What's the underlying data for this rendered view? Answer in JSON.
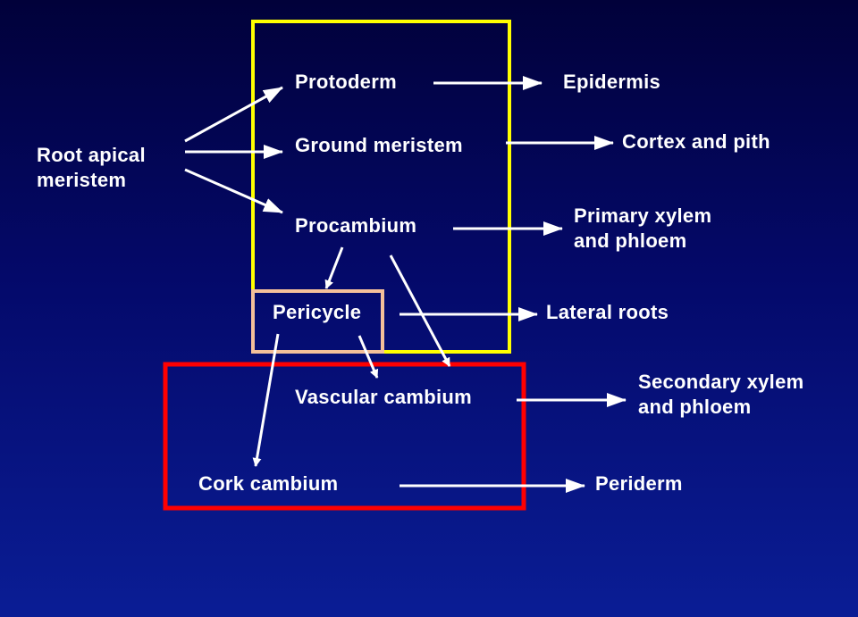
{
  "colors": {
    "background_top": "#01013a",
    "background_bottom": "#0a1d95",
    "text": "#ffffff",
    "arrow": "#ffffff",
    "primary_box": "#ffff00",
    "pericycle_box": "#f4c09a",
    "secondary_box": "#ff0000"
  },
  "nodes": {
    "root_apical_meristem": [
      "Root apical",
      "meristem"
    ],
    "protoderm": "Protoderm",
    "ground_meristem": "Ground meristem",
    "procambium": "Procambium",
    "pericycle": "Pericycle",
    "vascular_cambium": "Vascular cambium",
    "cork_cambium": "Cork cambium"
  },
  "products": {
    "epidermis": "Epidermis",
    "cortex_and_pith": "Cortex and pith",
    "primary_xylem_phloem": [
      "Primary xylem",
      "and phloem"
    ],
    "lateral_roots": "Lateral roots",
    "secondary_xylem_phloem": [
      "Secondary xylem",
      "and phloem"
    ],
    "periderm": "Periderm"
  },
  "edges": [
    [
      "root_apical_meristem",
      "protoderm"
    ],
    [
      "root_apical_meristem",
      "ground_meristem"
    ],
    [
      "root_apical_meristem",
      "procambium"
    ],
    [
      "protoderm",
      "epidermis"
    ],
    [
      "ground_meristem",
      "cortex_and_pith"
    ],
    [
      "procambium",
      "primary_xylem_phloem"
    ],
    [
      "procambium",
      "pericycle"
    ],
    [
      "procambium",
      "vascular_cambium"
    ],
    [
      "pericycle",
      "lateral_roots"
    ],
    [
      "pericycle",
      "vascular_cambium"
    ],
    [
      "pericycle",
      "cork_cambium"
    ],
    [
      "vascular_cambium",
      "secondary_xylem_phloem"
    ],
    [
      "cork_cambium",
      "periderm"
    ]
  ]
}
